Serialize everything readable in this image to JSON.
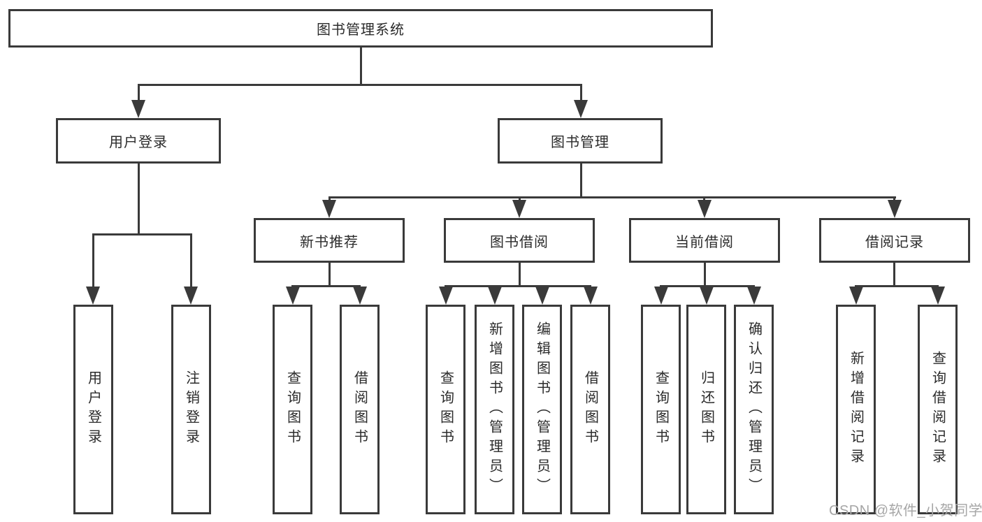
{
  "tree": {
    "root": "图书管理系统",
    "login": {
      "label": "用户登录",
      "children": [
        "用户登录",
        "注销登录"
      ]
    },
    "manage": {
      "label": "图书管理",
      "groups": [
        {
          "label": "新书推荐",
          "children": [
            "查询图书",
            "借阅图书"
          ]
        },
        {
          "label": "图书借阅",
          "children": [
            "查询图书",
            "新增图书（管理员）",
            "编辑图书（管理员）",
            "借阅图书"
          ]
        },
        {
          "label": "当前借阅",
          "children": [
            "查询图书",
            "归还图书",
            "确认归还（管理员）"
          ]
        },
        {
          "label": "借阅记录",
          "children": [
            "新增借阅记录",
            "查询借阅记录"
          ]
        }
      ]
    }
  },
  "watermark": "CSDN @软件_小贺同学"
}
